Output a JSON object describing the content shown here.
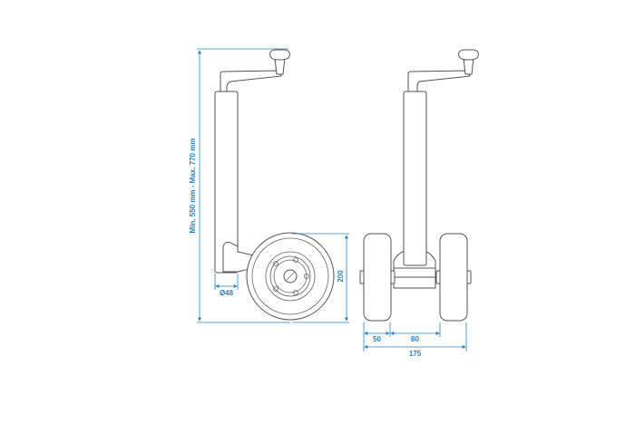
{
  "dimensions": {
    "height_range": "Min. 550 mm - Max. 770 mm",
    "tube_diameter": "Ø48",
    "wheel_diameter": "200",
    "wheel_width": "50",
    "wheel_gap": "80",
    "total_width": "175"
  },
  "colors": {
    "dimension": "#2b7fc1",
    "outline": "#555555"
  }
}
